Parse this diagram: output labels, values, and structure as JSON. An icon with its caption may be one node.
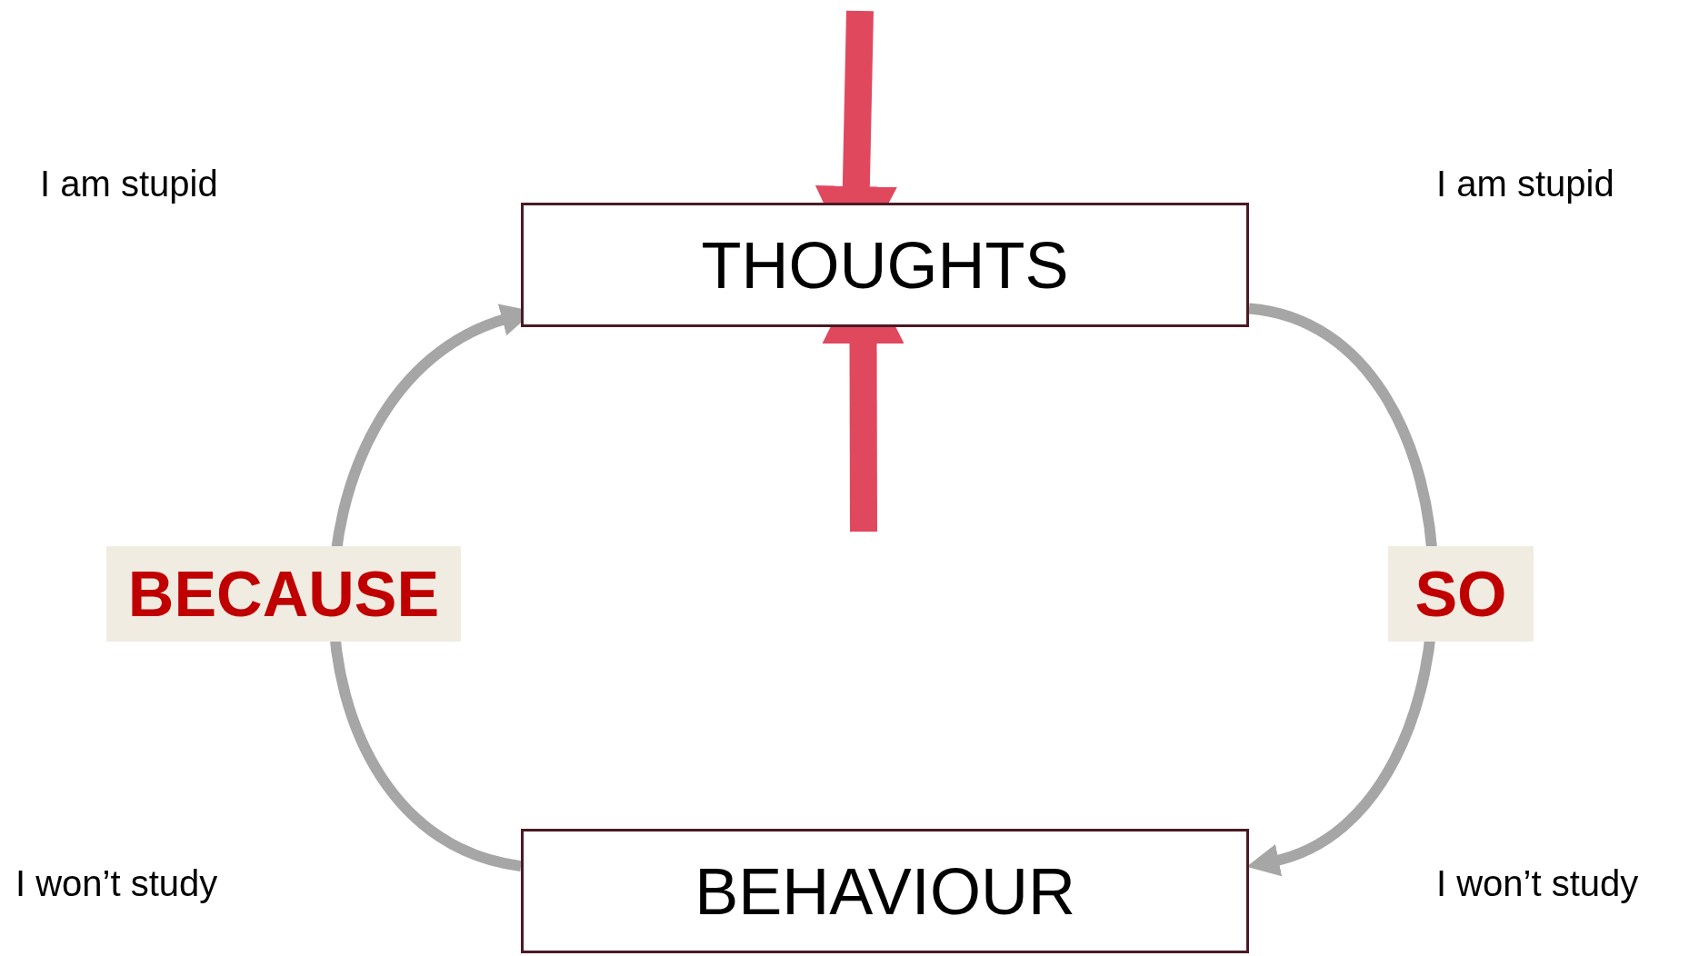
{
  "diagram": {
    "nodes": [
      {
        "text": [
          "THOUGHTS"
        ]
      },
      {
        "text": [
          "BEHAVIOUR"
        ]
      }
    ],
    "edges": [
      {
        "from": 0,
        "to": 1,
        "arrow": "to",
        "label": "SO"
      },
      {
        "from": 1,
        "to": 0,
        "arrow": "to",
        "label": "BECAUSE"
      },
      {
        "from": null,
        "to": 0,
        "arrow": "to",
        "style": "thick",
        "color": "#e0485e"
      },
      {
        "from": null,
        "to": 0,
        "arrow": "to",
        "style": "thick",
        "color": "#e0485e"
      }
    ],
    "labels": [
      "I am stupid",
      "I am stupid",
      "I won’t study",
      "I won’t study"
    ]
  }
}
